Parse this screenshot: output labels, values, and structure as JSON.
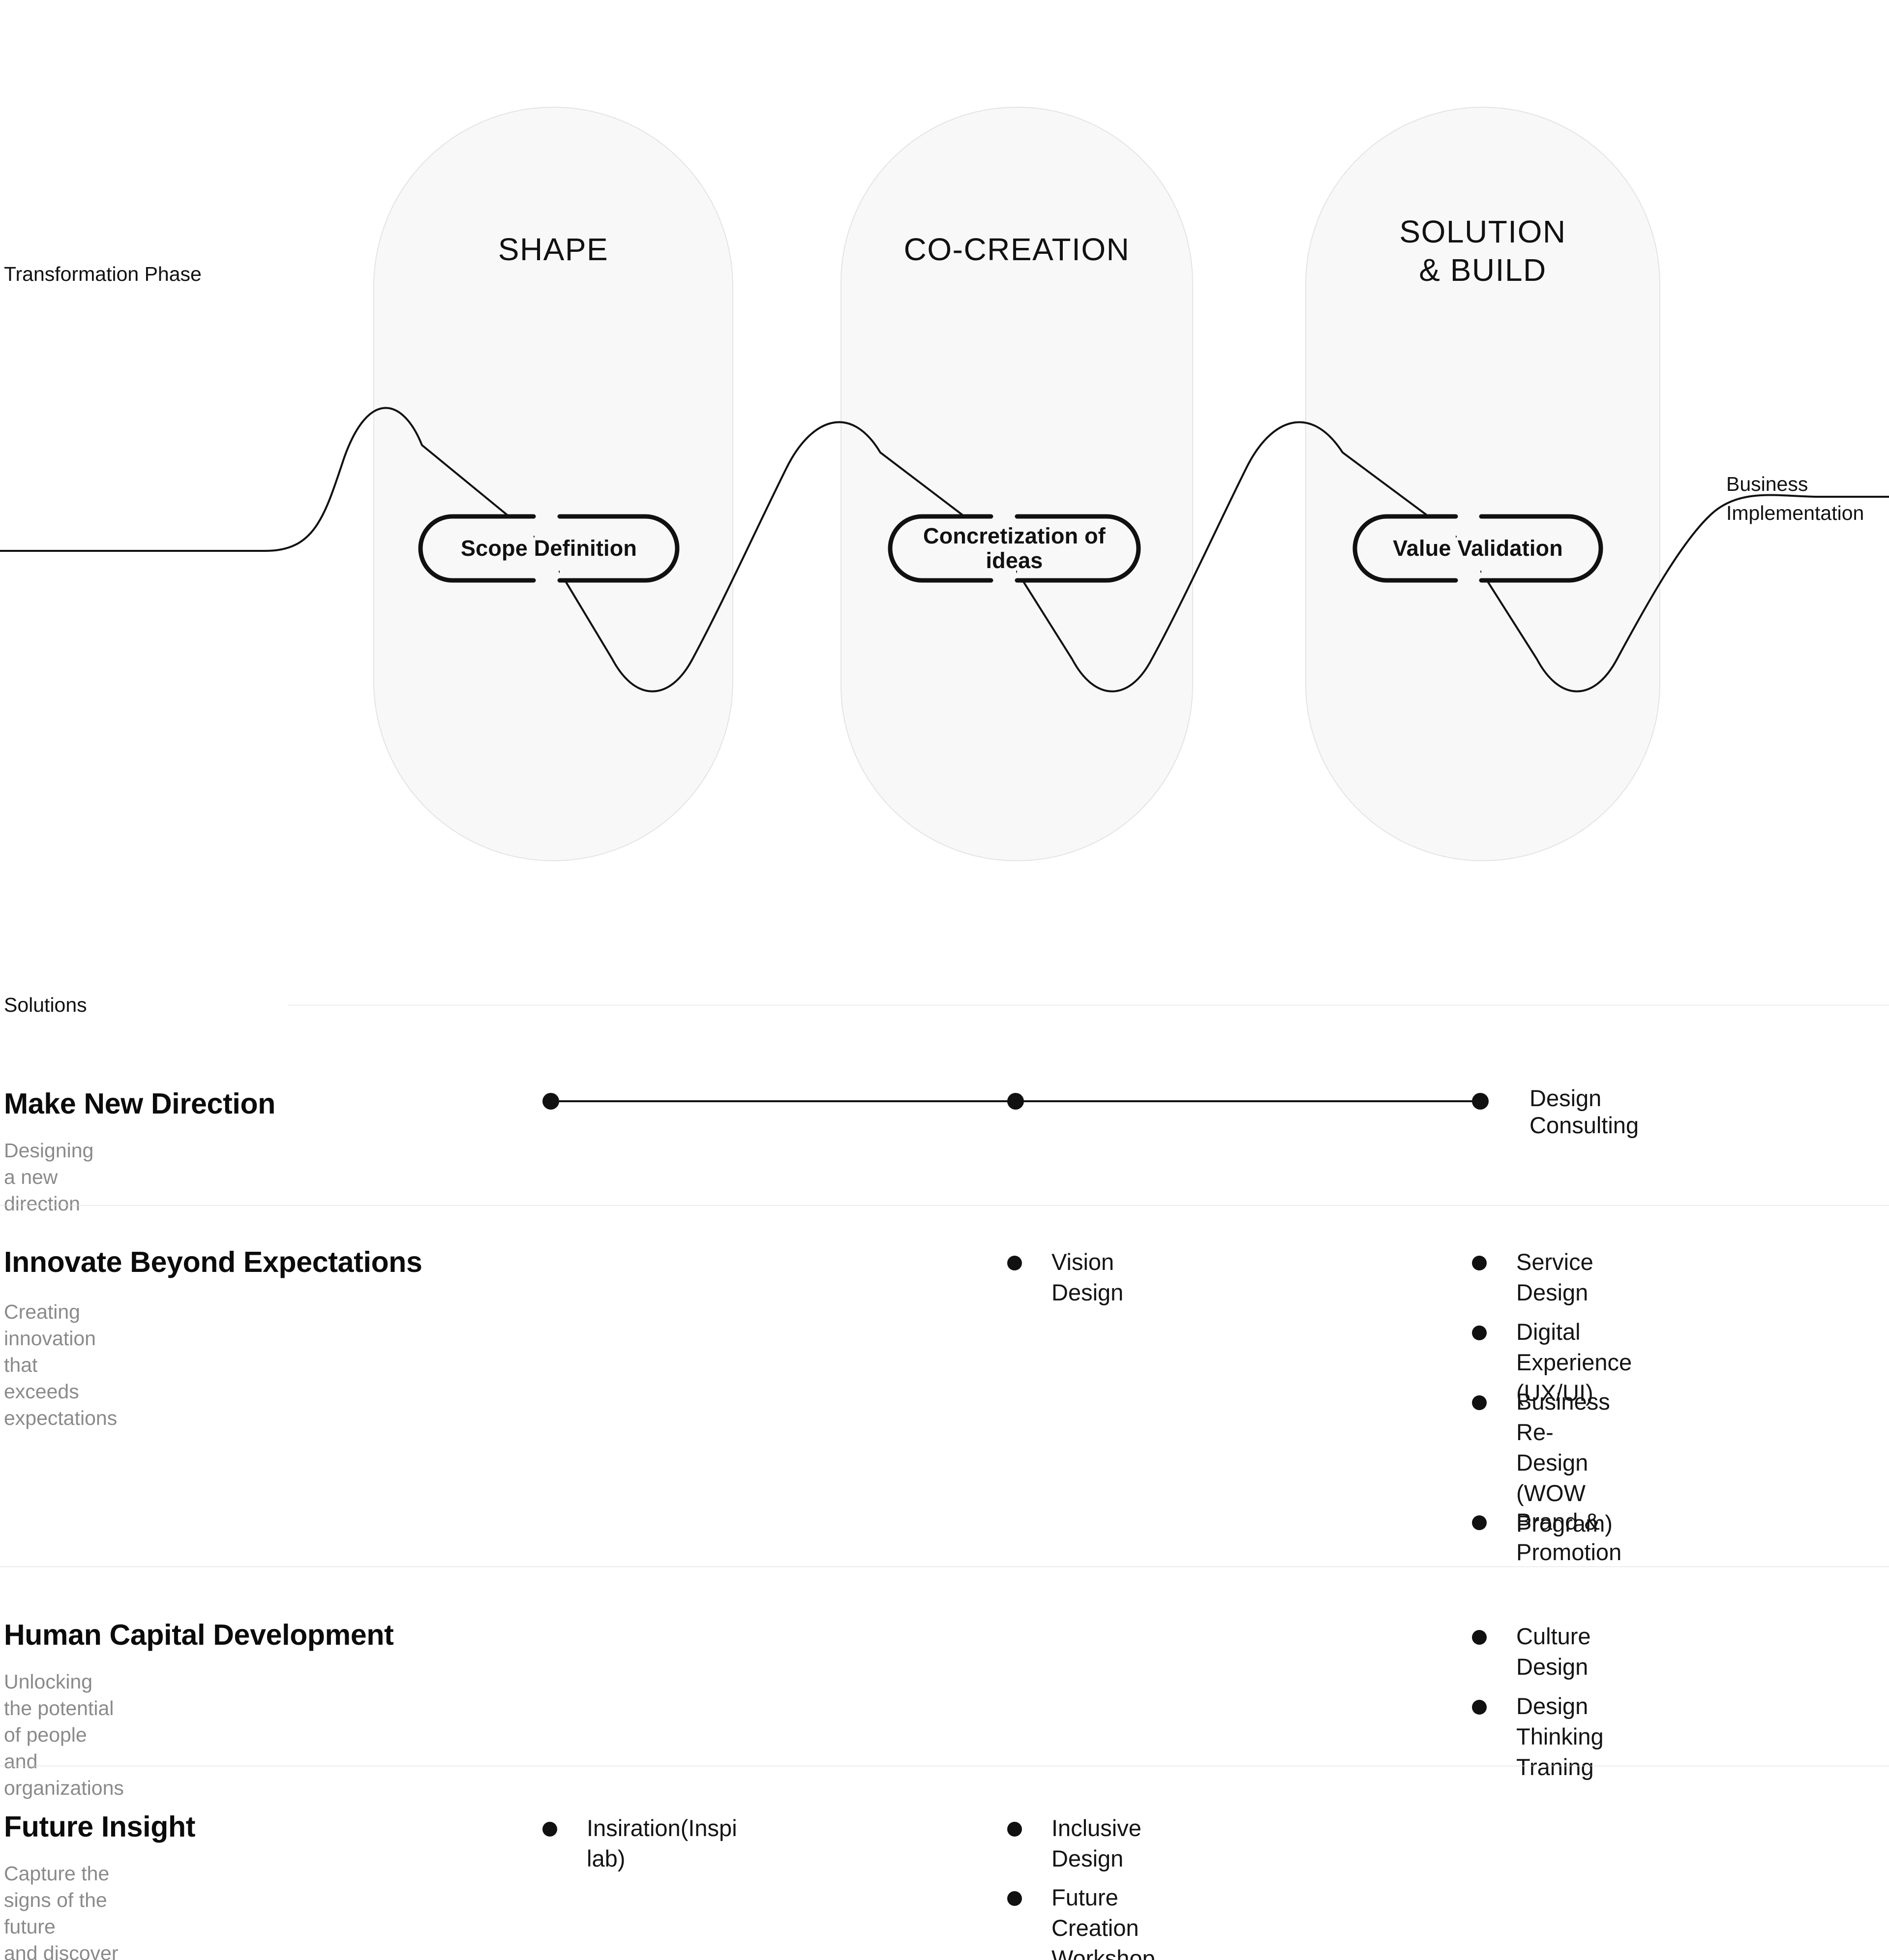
{
  "diagram": {
    "axis_label_left": "Transformation Phase",
    "axis_label_right_line1": "Business",
    "axis_label_right_line2": "Implementation",
    "phases": [
      {
        "name": "SHAPE",
        "milestone": "Scope Definition"
      },
      {
        "name": "CO-CREATION",
        "milestone": "Concretization of\nideas"
      },
      {
        "name": "SOLUTION\n& BUILD",
        "milestone": "Value Validation"
      }
    ]
  },
  "solutions": {
    "section_label": "Solutions",
    "rows": [
      {
        "title": "Make New Direction",
        "subtitle": "Designing a new direction",
        "span": {
          "label": "Design Consulting",
          "dots": 3
        },
        "items": []
      },
      {
        "title": "Innovate Beyond Expectations",
        "subtitle": "Creating innovation\nthat exceeds expectations",
        "items": [
          {
            "column": 2,
            "label": "Vision Design"
          },
          {
            "column": 3,
            "label": "Service Design"
          },
          {
            "column": 3,
            "label": "Digital Experience (UX/UI)"
          },
          {
            "column": 3,
            "label": "Business Re-Design\n(WOW Program)"
          },
          {
            "column": 3,
            "label": "Brand & Promotion"
          }
        ]
      },
      {
        "title": "Human Capital Development",
        "subtitle": "Unlocking the potential of people\nand organizations",
        "items": [
          {
            "column": 3,
            "label": "Culture Design"
          },
          {
            "column": 3,
            "label": "Design Thinking Traning"
          }
        ]
      },
      {
        "title": "Future Insight",
        "subtitle": "Capture the signs of the future\nand discover new opportunities",
        "items": [
          {
            "column": 1,
            "label": "Insiration(Inspi lab)"
          },
          {
            "column": 2,
            "label": "Inclusive Design"
          },
          {
            "column": 2,
            "label": "Future Creation Workshop"
          }
        ]
      }
    ]
  },
  "colors": {
    "ink": "#111111",
    "muted": "#8a8a8a",
    "column_fill": "#f8f8f8",
    "column_stroke": "#e0e0e0",
    "divider": "#dddddd"
  }
}
